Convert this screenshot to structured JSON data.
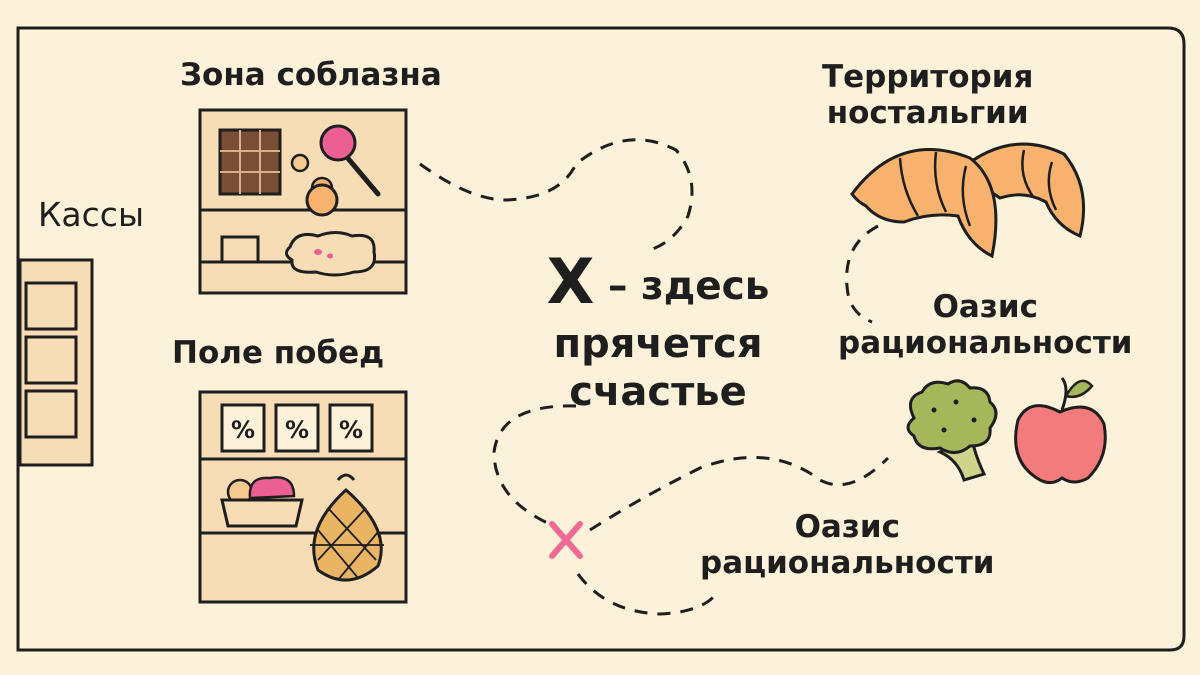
{
  "labels": {
    "temptation_zone": "Зона соблазна",
    "checkouts": "Кассы",
    "victory_field": "Поле побед",
    "nostalgia_line1": "Территория",
    "nostalgia_line2": "ностальгии",
    "oasis1_line1": "Оазис",
    "oasis1_line2": "рациональности",
    "oasis2_line1": "Оазис",
    "oasis2_line2": "рациональности"
  },
  "headline": {
    "mark": "X",
    "line1": " – здесь",
    "line2": "прячется",
    "line3": "счастье"
  },
  "shelf_badges": [
    "%",
    "%",
    "%"
  ],
  "colors": {
    "background": "#fcf2da",
    "outline": "#1e1e1e",
    "shelf_fill": "#f7ddb6",
    "chocolate": "#7a4d35",
    "lollipop": "#ec5f93",
    "croissant": "#f7b36d",
    "broccoli": "#a6b65a",
    "apple": "#f47b7b",
    "x_marker": "#f06a96"
  },
  "icons": [
    "chocolate-bar-icon",
    "lollipop-icon",
    "bun-icon",
    "croissant-icon",
    "broccoli-icon",
    "apple-icon",
    "basket-icon",
    "string-bag-icon",
    "x-marker-icon"
  ]
}
